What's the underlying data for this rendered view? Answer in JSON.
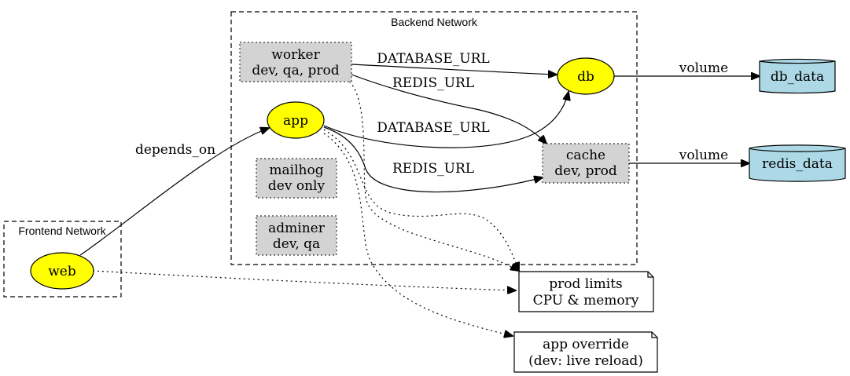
{
  "clusters": {
    "backend": "Backend Network",
    "frontend": "Frontend Network"
  },
  "nodes": {
    "worker": [
      "worker",
      "dev, qa, prod"
    ],
    "app": [
      "app"
    ],
    "mailhog": [
      "mailhog",
      "dev only"
    ],
    "adminer": [
      "adminer",
      "dev, qa"
    ],
    "db": [
      "db"
    ],
    "cache": [
      "cache",
      "dev, prod"
    ],
    "db_data": [
      "db_data"
    ],
    "redis_data": [
      "redis_data"
    ],
    "web": [
      "web"
    ],
    "prod_limits": [
      "prod limits",
      "CPU & memory"
    ],
    "app_override": [
      "app override",
      "(dev: live reload)"
    ]
  },
  "edges": {
    "worker_db": "DATABASE_URL",
    "worker_cache": "REDIS_URL",
    "app_db": "DATABASE_URL",
    "app_cache": "REDIS_URL",
    "db_volume": "volume",
    "cache_volume": "volume",
    "web_app": "depends_on"
  }
}
